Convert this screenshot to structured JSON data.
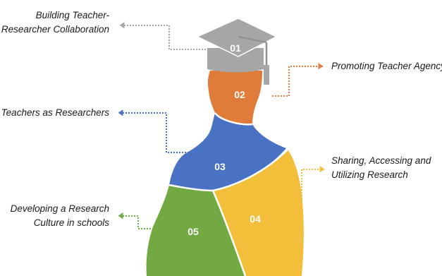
{
  "segments": [
    {
      "number": "01",
      "label_lines": [
        "Building Teacher-",
        "Researcher Collaboration"
      ],
      "color": "#a6a6a6"
    },
    {
      "number": "02",
      "label_lines": [
        "Promoting Teacher Agency"
      ],
      "color": "#e07b39"
    },
    {
      "number": "03",
      "label_lines": [
        "Teachers as Researchers"
      ],
      "color": "#4a72c4"
    },
    {
      "number": "04",
      "label_lines": [
        "Sharing, Accessing and",
        "Utilizing Research"
      ],
      "color": "#f3bf3a"
    },
    {
      "number": "05",
      "label_lines": [
        "Developing a Research",
        "Culture in schools"
      ],
      "color": "#72a942"
    }
  ]
}
